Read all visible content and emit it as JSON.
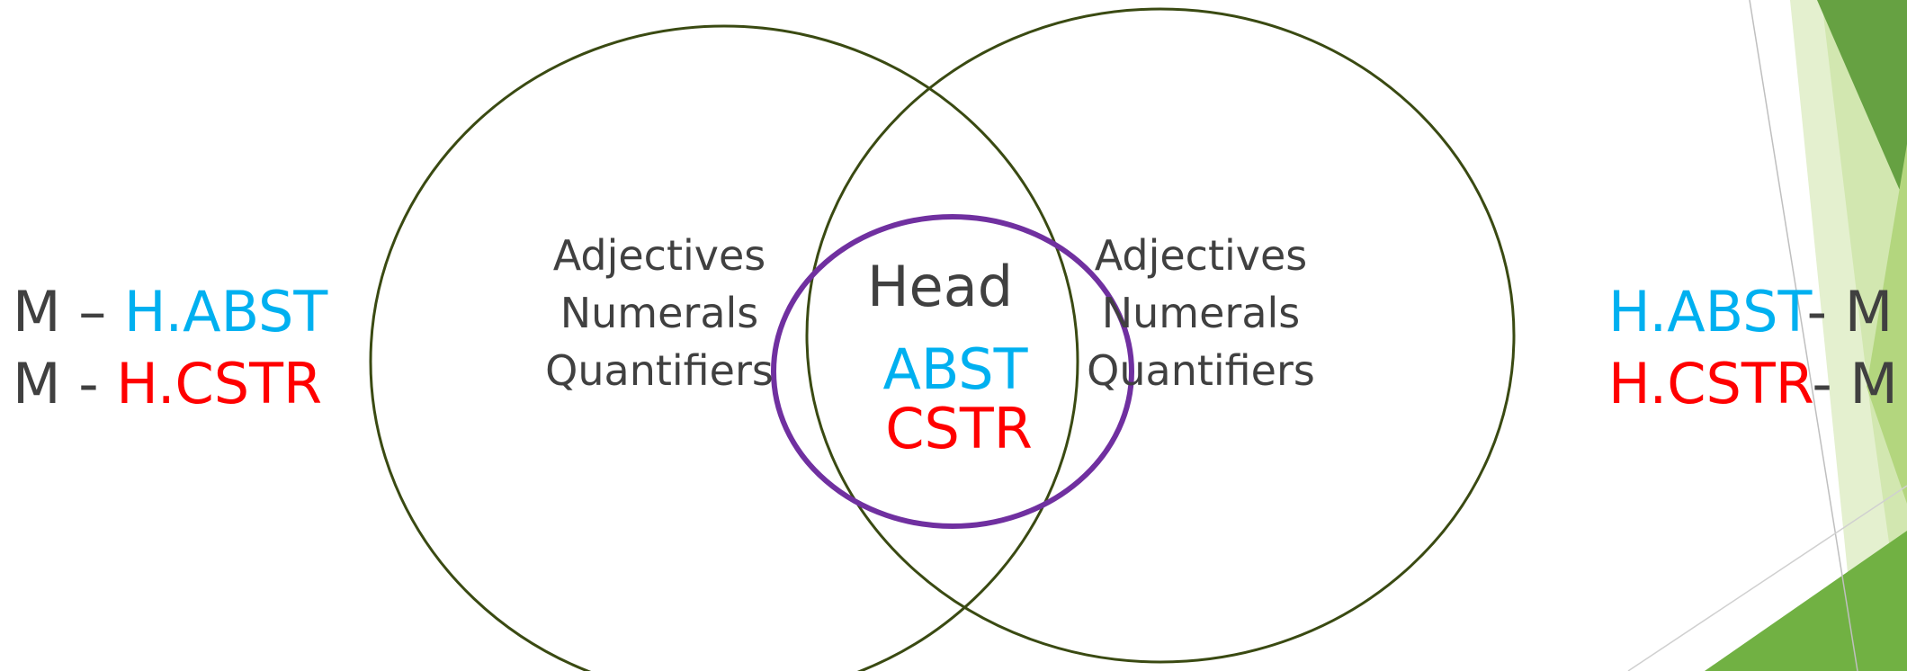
{
  "left_formulas": [
    {
      "prefix": "M – ",
      "head": "H.ABST",
      "head_color": "#00b0f0"
    },
    {
      "prefix": "M - ",
      "head": "H.CSTR",
      "head_color": "#ff0000"
    }
  ],
  "right_formulas": [
    {
      "head": "H.ABST",
      "suffix": "- M",
      "head_color": "#00b0f0"
    },
    {
      "head": "H.CSTR",
      "suffix": "- M",
      "head_color": "#ff0000"
    }
  ],
  "left_circle_items": [
    "Adjectives",
    "Numerals",
    "Quantifiers"
  ],
  "right_circle_items": [
    "Adjectives",
    "Numerals",
    "Quantifiers"
  ],
  "center": {
    "title": "Head",
    "line1": "ABST",
    "line1_color": "#00b0f0",
    "line2": "CSTR",
    "line2_color": "#ff0000"
  },
  "colors": {
    "text": "#404040",
    "circle_outline": "#3a4a12",
    "head_outline": "#7030a0",
    "accent_dark": "#5f9a3d",
    "accent_mid": "#8fc256",
    "accent_light": "#d7e9b9"
  }
}
